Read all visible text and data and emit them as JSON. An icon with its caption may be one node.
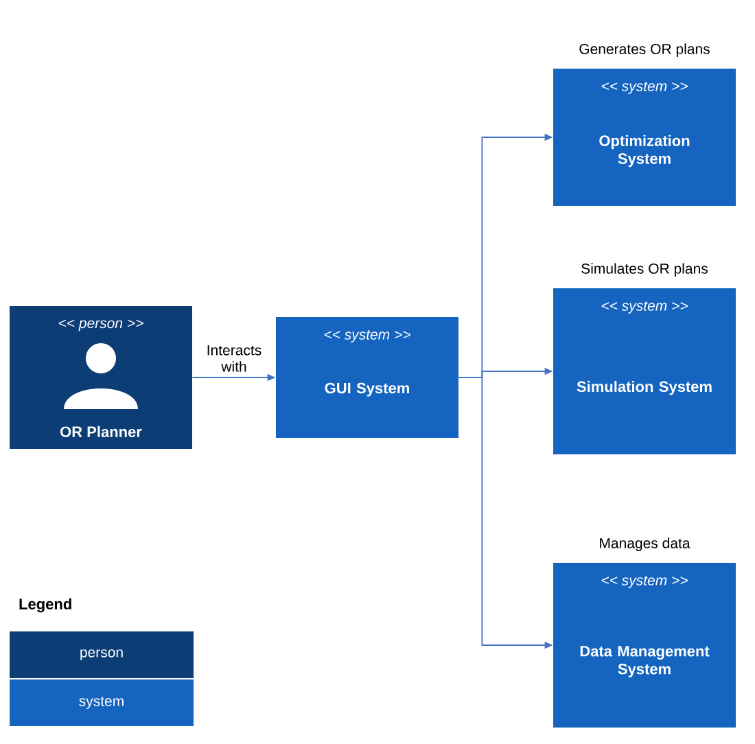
{
  "diagram": {
    "nodes": [
      {
        "text": [
          "<< person >>",
          "OR Planner"
        ]
      },
      {
        "text": [
          "<< system >>",
          "GUI System"
        ]
      },
      {
        "text": [
          "<< system >>",
          "Optimization System"
        ],
        "beside": [
          "Generates OR plans"
        ]
      },
      {
        "text": [
          "<< system >>",
          "Simulation System"
        ],
        "beside": [
          "Simulates OR plans"
        ]
      },
      {
        "text": [
          "<< system >>",
          "Data Management System"
        ],
        "beside": [
          "Manages data"
        ]
      }
    ],
    "edges": [
      {
        "from": 0,
        "to": 1,
        "arrow": "to",
        "label": "Interacts with"
      },
      {
        "from": 1,
        "to": 2,
        "arrow": "to"
      },
      {
        "from": 1,
        "to": 3,
        "arrow": "to"
      },
      {
        "from": 1,
        "to": 4,
        "arrow": "to"
      }
    ],
    "labels": [
      "Legend"
    ],
    "legend": [
      {
        "text": "person",
        "color": "#0d3d75"
      },
      {
        "text": "system",
        "color": "#1565c0"
      }
    ]
  }
}
